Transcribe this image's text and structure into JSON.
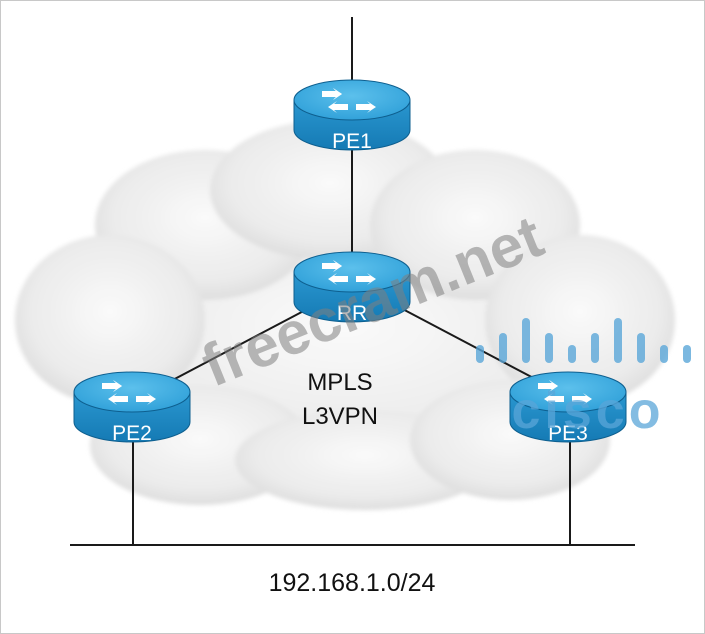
{
  "routers": {
    "pe1": {
      "label": "PE1"
    },
    "rr": {
      "label": "RR"
    },
    "pe2": {
      "label": "PE2"
    },
    "pe3": {
      "label": "PE3"
    }
  },
  "cloud": {
    "line1": "MPLS",
    "line2": "L3VPN"
  },
  "segment": {
    "label": "192.168.1.0/24"
  },
  "watermarks": {
    "site": "freecram.net",
    "brand": "cisco"
  },
  "colors": {
    "router_top": "#35a6dc",
    "router_side": "#1c83bd",
    "router_edge": "#0e5f8f",
    "cloud": "#e9e9e9",
    "watermark_site": "#7f7f7f",
    "watermark_brand": "#5aa6d8"
  }
}
